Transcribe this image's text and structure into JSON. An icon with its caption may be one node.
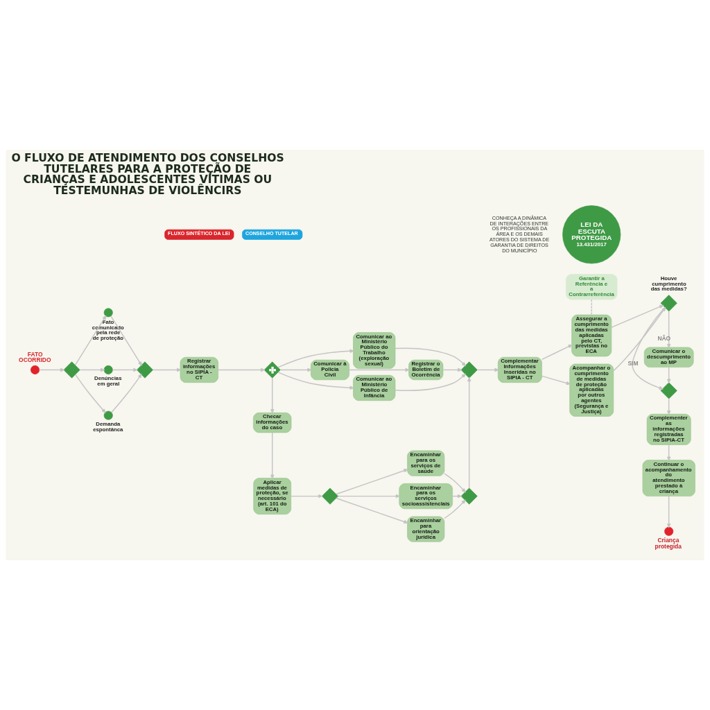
{
  "diagram": {
    "title": "O FLUXO DE ATENDIMENTO DOS CONSELHOS TUTELARES PARA A PROTEÇÃO DE CRIANÇAS E ADOLESCENTES VÍTIMAS OU TESTEMUNHAS DE VIOLÊNCIRS",
    "nodes": [
      {
        "text": [
          "FLUXO SINTÉTICO DA LEI"
        ]
      },
      {
        "text": [
          "CONSELHO TUTELAR"
        ]
      },
      {
        "text": [
          "LEI DA ESCUTA PROTEGIDA",
          "13.431/2017"
        ]
      },
      {
        "text": [],
        "shape": "circle",
        "beside": [
          "FATO OCORRIDO"
        ]
      },
      {
        "text": [],
        "shape": "diamond"
      },
      {
        "text": [],
        "shape": "circle",
        "beside": [
          "Fato comunicado pela rede de proteção"
        ]
      },
      {
        "text": [],
        "shape": "circle",
        "beside": [
          "Denúncias em geral"
        ]
      },
      {
        "text": [],
        "shape": "circle",
        "beside": [
          "Demanda espontânca"
        ]
      },
      {
        "text": [],
        "shape": "diamond"
      },
      {
        "text": [
          "Registrar informações no SIPIA - CT"
        ]
      },
      {
        "text": [],
        "shape": "diamond"
      },
      {
        "text": [
          "Comunicar à Policia Civil"
        ]
      },
      {
        "text": [
          "Registrar o Boletim de Ocorrência"
        ]
      },
      {
        "text": [
          "Comunicar ao Ministério Público de Infância"
        ]
      },
      {
        "text": [
          "Comunicar ao Ministério Público do Trabalho (exploração sexual)"
        ]
      },
      {
        "text": [
          "Checar informações do caso"
        ]
      },
      {
        "text": [
          "Aplicar medidas de proteção, se necessário (art. 101 do ECA)"
        ]
      },
      {
        "text": [],
        "shape": "diamond"
      },
      {
        "text": [
          "Encaminhar para os serviços de saúde"
        ]
      },
      {
        "text": [
          "Encaminhar para os serviços socioassistenclais"
        ]
      },
      {
        "text": [
          "Encaminhar para orientação jurídica"
        ]
      },
      {
        "text": [],
        "shape": "diamond"
      },
      {
        "text": [],
        "shape": "diamond"
      },
      {
        "text": [
          "Complementar Informações Inseridas no SIPIA - CT"
        ]
      },
      {
        "text": [
          "Garantir a Referência e a Contrarreferência"
        ]
      },
      {
        "text": [
          "Assegurar a cumprimento das medidas aplicadas pelo CT, previstas no ECA"
        ]
      },
      {
        "text": [
          "Acompanhar o cumprimento de medidas de proteção aplicadas por outros agentes (Segurança e Justiça)"
        ]
      },
      {
        "text": [],
        "shape": "diamond",
        "beside": [
          "Houve cumprimento das medidas?"
        ]
      },
      {
        "text": [
          "Comunicar o descumprimento ao MP"
        ]
      },
      {
        "text": [],
        "shape": "diamond"
      },
      {
        "text": [
          "Complementer as informações registradas no SIPIA-CT"
        ]
      },
      {
        "text": [
          "Continuar o acompanhamento do atendimento prestado à criança"
        ]
      },
      {
        "text": [],
        "shape": "circle",
        "beside": [
          "Criança protegida"
        ]
      }
    ],
    "edges": [
      {
        "from": 3,
        "to": 4,
        "arrow": "to"
      },
      {
        "from": 4,
        "to": 7,
        "arrow": "to"
      },
      {
        "from": 4,
        "to": 6,
        "arrow": "to"
      },
      {
        "from": 4,
        "to": 5,
        "arrow": "to"
      },
      {
        "from": 5,
        "to": 8,
        "arrow": "to"
      },
      {
        "from": 6,
        "to": 8,
        "arrow": "to"
      },
      {
        "from": 7,
        "to": 8,
        "arrow": "to"
      },
      {
        "from": 8,
        "to": 9,
        "arrow": "to"
      },
      {
        "from": 9,
        "to": 10,
        "arrow": "to"
      },
      {
        "from": 10,
        "to": 15,
        "arrow": "to"
      },
      {
        "from": 10,
        "to": 14,
        "arrow": "to"
      },
      {
        "from": 10,
        "to": 13,
        "arrow": "to"
      },
      {
        "from": 10,
        "to": 11,
        "arrow": "to"
      },
      {
        "from": 11,
        "to": 12,
        "arrow": "to"
      },
      {
        "from": 12,
        "to": 22,
        "arrow": "to"
      },
      {
        "from": 13,
        "to": 22,
        "arrow": "to"
      },
      {
        "from": 14,
        "to": 22,
        "arrow": "to"
      },
      {
        "from": 15,
        "to": 16,
        "arrow": "to"
      },
      {
        "from": 16,
        "to": 17,
        "arrow": "to"
      },
      {
        "from": 17,
        "to": 20,
        "arrow": "to"
      },
      {
        "from": 17,
        "to": 19,
        "arrow": "to"
      },
      {
        "from": 17,
        "to": 18,
        "arrow": "to"
      },
      {
        "from": 18,
        "to": 21,
        "arrow": "to"
      },
      {
        "from": 19,
        "to": 21,
        "arrow": "to"
      },
      {
        "from": 20,
        "to": 21,
        "arrow": "to"
      },
      {
        "from": 21,
        "to": 22,
        "arrow": "to"
      },
      {
        "from": 22,
        "to": 23,
        "arrow": "to"
      },
      {
        "from": 23,
        "to": 26,
        "arrow": "to"
      },
      {
        "from": 23,
        "to": 25,
        "arrow": "to"
      },
      {
        "from": 25,
        "to": 27,
        "arrow": "to"
      },
      {
        "from": 26,
        "to": 27,
        "arrow": "to"
      },
      {
        "from": 25,
        "to": 24,
        "arrow": "none",
        "style": "dashed"
      },
      {
        "from": 27,
        "to": 28,
        "arrow": "to",
        "label": "NÃO"
      },
      {
        "from": 27,
        "to": 29,
        "arrow": "to",
        "label": "SIM"
      },
      {
        "from": 28,
        "to": 29,
        "arrow": "to"
      },
      {
        "from": 29,
        "to": 30,
        "arrow": "to"
      },
      {
        "from": 30,
        "to": 31,
        "arrow": "to"
      },
      {
        "from": 31,
        "to": 32,
        "arrow": "to"
      }
    ],
    "labels": [
      "CONHEÇA A DINÂMICA DE INTERAÇÕES ENTRE OS PROFISSIONAIS DA ÁREA E OS DEMAIS ATORES DO SISTEMA DE GARANTIA DE DIREITOS DO MUNICÍPIO"
    ]
  }
}
